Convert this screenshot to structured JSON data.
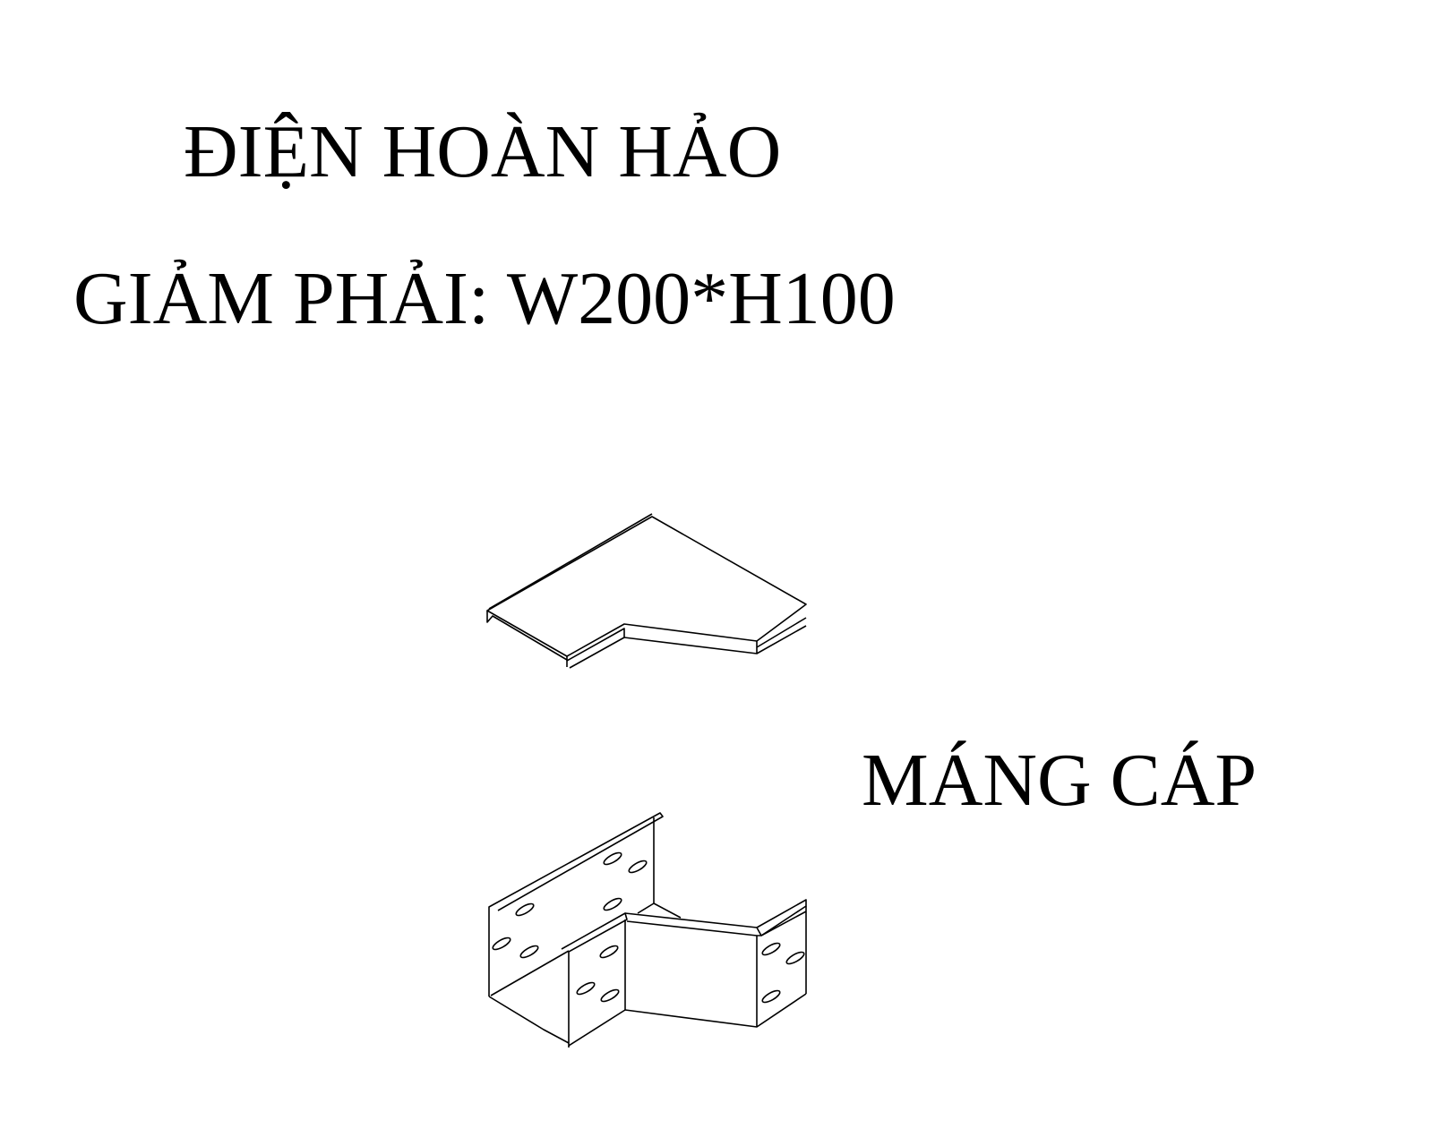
{
  "brand": "ĐIỆN HOÀN HẢO",
  "product_title": "GIẢM PHẢI: W200*H100",
  "category_label": "MÁNG CÁP",
  "figures": {
    "cover": "cable-tray-reducer-cover",
    "tray": "cable-tray-right-reducer"
  }
}
